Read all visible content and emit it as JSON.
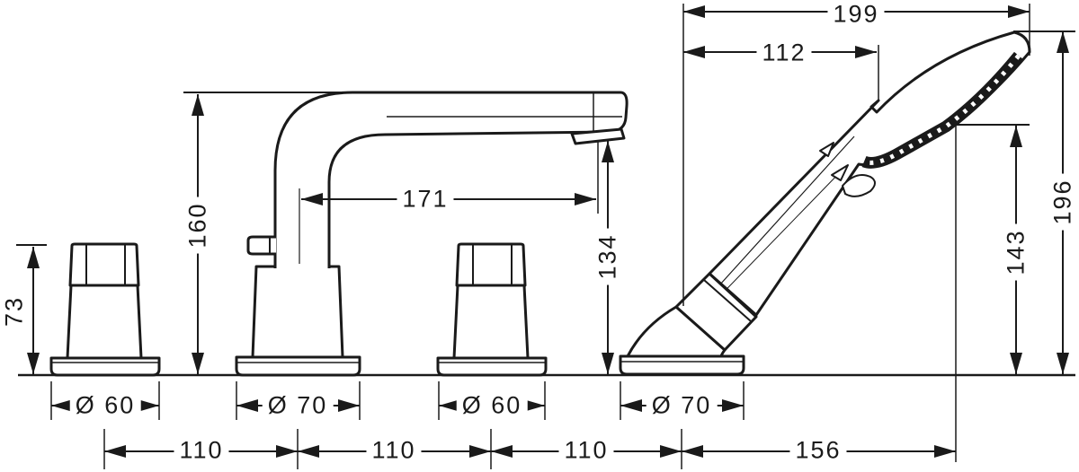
{
  "drawing": {
    "type": "technical-dimension-drawing",
    "subject": "4-hole deck-mounted bath mixer with hand shower",
    "colors": {
      "line": "#1a1a1a",
      "background": "#ffffff"
    }
  },
  "dimensions": {
    "overall_width": "199",
    "head_offset": "112",
    "spout_reach": "171",
    "spout_height": "160",
    "outlet_height": "134",
    "handle_height": "73",
    "spray_face_height": "143",
    "head_top_height": "196",
    "dia_handle_left": "Ø 60",
    "dia_spout": "Ø 70",
    "dia_handle_right": "Ø 60",
    "dia_holder": "Ø 70",
    "pitch_1": "110",
    "pitch_2": "110",
    "pitch_3": "110",
    "pitch_4": "156"
  }
}
